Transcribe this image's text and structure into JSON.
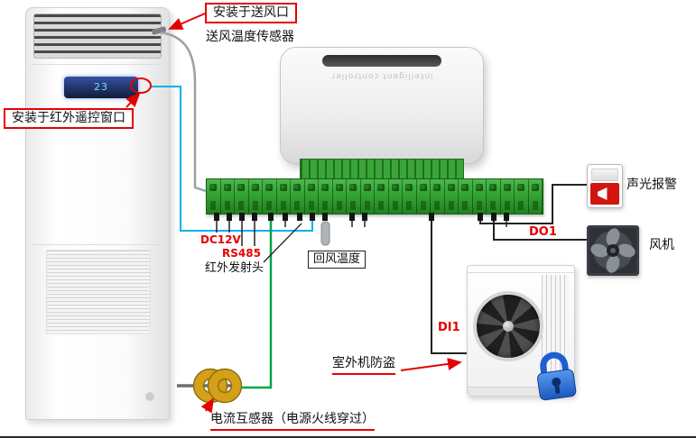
{
  "diagram": {
    "labels": {
      "install_air_outlet": "安装于送风口",
      "supply_air_temp_sensor": "送风温度传感器",
      "install_ir_remote_window": "安装于红外遥控窗口",
      "dc12v": "DC12V",
      "rs485": "RS485",
      "ir_transmitter": "红外发射头",
      "return_air_temp": "回风温度",
      "do1": "DO1",
      "sound_light_alarm": "声光报警",
      "fan": "风机",
      "di1": "DI1",
      "outdoor_unit_antitheft": "室外机防盗",
      "current_transformer": "电流互感器（电源火线穿过）"
    },
    "indoor_unit": {
      "display_temp": "23"
    },
    "controller": {
      "marking": "intelligent controller"
    },
    "terminal_count": 24,
    "colors": {
      "accent_red": "#e60000",
      "wire_blue": "#00b0f0",
      "wire_green": "#00a44a",
      "wire_black": "#222222",
      "terminal_green": "#2f9e2f",
      "lock_blue": "#1e63c8",
      "transformer_gold": "#d4a017"
    }
  }
}
